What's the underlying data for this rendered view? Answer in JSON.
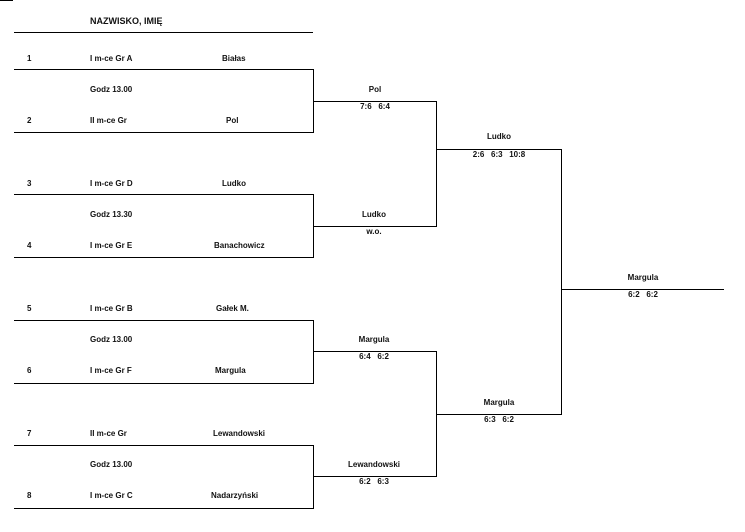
{
  "header": {
    "title": "NAZWISKO, IMIĘ"
  },
  "players": [
    {
      "num": "1",
      "slot": "I m-ce Gr A",
      "name": "Białas"
    },
    {
      "num": "2",
      "slot": "II m-ce Gr",
      "name": "Pol"
    },
    {
      "num": "3",
      "slot": "I m-ce Gr  D",
      "name": "Ludko"
    },
    {
      "num": "4",
      "slot": "I m-ce Gr E",
      "name": "Banachowicz"
    },
    {
      "num": "5",
      "slot": "I m-ce Gr B",
      "name": "Gałek M."
    },
    {
      "num": "6",
      "slot": "I m-ce Gr F",
      "name": "Margula"
    },
    {
      "num": "7",
      "slot": "II m-ce Gr",
      "name": "Lewandowski"
    },
    {
      "num": "8",
      "slot": "I m-ce Gr C",
      "name": "Nadarzyński"
    }
  ],
  "match_times": [
    "Godz 13.00",
    "Godz 13.30",
    "Godz 13.00",
    "Godz 13.00"
  ],
  "round2": [
    {
      "winner": "Pol",
      "score": "7:6   6:4"
    },
    {
      "winner": "Ludko",
      "score": "w.o."
    },
    {
      "winner": "Margula",
      "score": "6:4   6:2"
    },
    {
      "winner": "Lewandowski",
      "score": "6:2   6:3"
    }
  ],
  "semis": [
    {
      "winner": "Ludko",
      "score": "2:6   6:3   10:8"
    },
    {
      "winner": "Margula",
      "score": "6:3   6:2"
    }
  ],
  "final": {
    "winner": "Margula",
    "score": "6:2   6:2"
  }
}
